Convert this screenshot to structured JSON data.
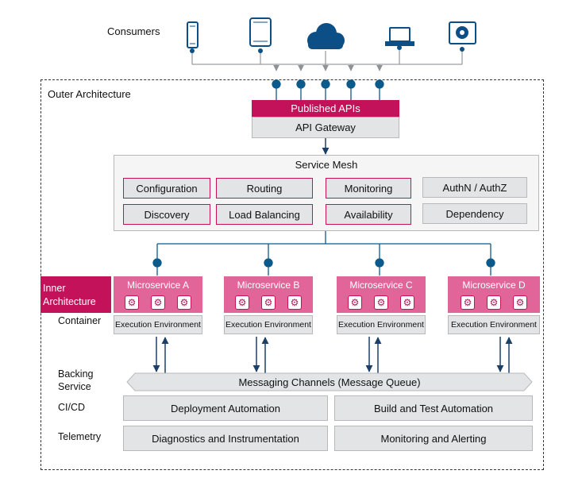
{
  "consumers": {
    "label": "Consumers",
    "devices": [
      "smartphone-icon",
      "tablet-icon",
      "cloud-icon",
      "laptop-icon",
      "desktop-settings-icon"
    ]
  },
  "outer_architecture": {
    "label": "Outer Architecture",
    "published_apis": "Published APIs",
    "api_gateway": "API Gateway",
    "service_mesh": {
      "title": "Service Mesh",
      "features": [
        "Configuration",
        "Routing",
        "Monitoring",
        "Discovery",
        "Load Balancing",
        "Availability"
      ],
      "security": [
        "AuthN / AuthZ",
        "Dependency"
      ]
    }
  },
  "inner_architecture": {
    "label_line1": "Inner",
    "label_line2": "Architecture",
    "container_label": "Container",
    "microservices": [
      {
        "name": "Microservice A",
        "env": "Execution Environment"
      },
      {
        "name": "Microservice B",
        "env": "Execution Environment"
      },
      {
        "name": "Microservice C",
        "env": "Execution Environment"
      },
      {
        "name": "Microservice D",
        "env": "Execution Environment"
      }
    ]
  },
  "backing": {
    "label_line1": "Backing",
    "label_line2": "Service",
    "channel": "Messaging Channels (Message Queue)"
  },
  "cicd": {
    "label": "CI/CD",
    "items": [
      "Deployment Automation",
      "Build and Test Automation"
    ]
  },
  "telemetry": {
    "label": "Telemetry",
    "items": [
      "Diagnostics and Instrumentation",
      "Monitoring and Alerting"
    ]
  },
  "colors": {
    "accent": "#c4125a",
    "microservice": "#e2659a",
    "panel": "#e3e4e6",
    "connector": "#0a5a8c",
    "device": "#0c4f87"
  }
}
